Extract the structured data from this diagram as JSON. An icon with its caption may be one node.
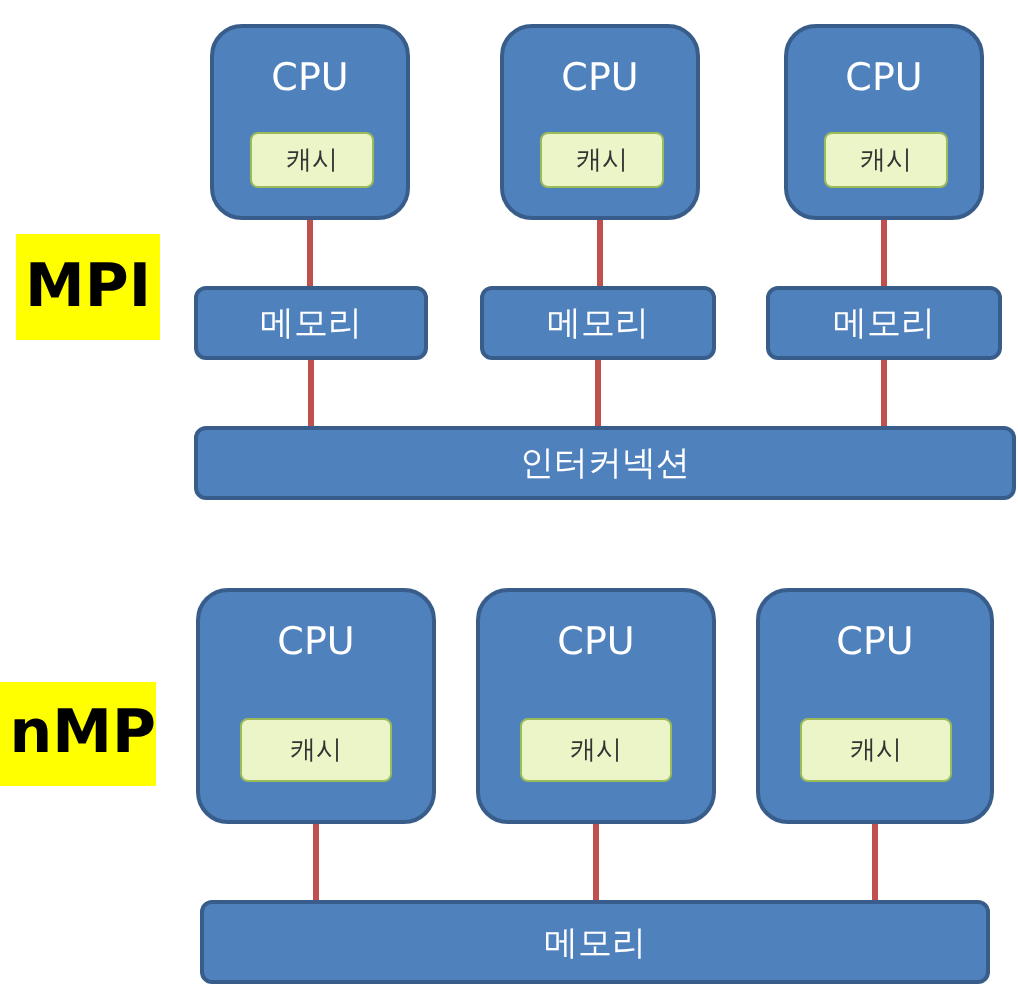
{
  "diagram": {
    "nodes": [
      {
        "text": [
          "CPU"
        ]
      },
      {
        "text": [
          "캐시"
        ],
        "in": 0
      },
      {
        "text": [
          "CPU"
        ]
      },
      {
        "text": [
          "캐시"
        ],
        "in": 2
      },
      {
        "text": [
          "CPU"
        ]
      },
      {
        "text": [
          "캐시"
        ],
        "in": 4
      },
      {
        "text": [
          "메모리"
        ]
      },
      {
        "text": [
          "메모리"
        ]
      },
      {
        "text": [
          "메모리"
        ]
      },
      {
        "text": [
          "인터커넥션"
        ]
      },
      {
        "text": [
          "CPU"
        ]
      },
      {
        "text": [
          "캐시"
        ],
        "in": 10
      },
      {
        "text": [
          "CPU"
        ]
      },
      {
        "text": [
          "캐시"
        ],
        "in": 12
      },
      {
        "text": [
          "CPU"
        ]
      },
      {
        "text": [
          "캐시"
        ],
        "in": 14
      },
      {
        "text": [
          "메모리"
        ]
      }
    ],
    "edges": [
      {
        "from": 0,
        "to": 6,
        "arrow": "none"
      },
      {
        "from": 2,
        "to": 7,
        "arrow": "none"
      },
      {
        "from": 4,
        "to": 8,
        "arrow": "none"
      },
      {
        "from": 6,
        "to": 9,
        "arrow": "none"
      },
      {
        "from": 7,
        "to": 9,
        "arrow": "none"
      },
      {
        "from": 8,
        "to": 9,
        "arrow": "none"
      },
      {
        "from": 10,
        "to": 16,
        "arrow": "none"
      },
      {
        "from": 12,
        "to": 16,
        "arrow": "none"
      },
      {
        "from": 14,
        "to": 16,
        "arrow": "none"
      }
    ],
    "labels": [
      "MPI",
      "nMP"
    ]
  }
}
